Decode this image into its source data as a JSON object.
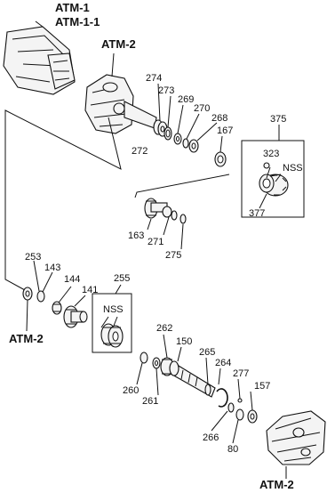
{
  "assembly_labels": {
    "atm1": "ATM-1",
    "atm11": "ATM-1-1",
    "atm2_top": "ATM-2",
    "atm2_left": "ATM-2",
    "atm2_bottom": "ATM-2"
  },
  "part_numbers": {
    "p274": "274",
    "p273": "273",
    "p269": "269",
    "p270": "270",
    "p268": "268",
    "p167": "167",
    "p375": "375",
    "p323": "323",
    "nss_top": "NSS",
    "p377": "377",
    "p272": "272",
    "p163": "163",
    "p271": "271",
    "p275": "275",
    "p253": "253",
    "p143": "143",
    "p144": "144",
    "p141": "141",
    "p255": "255",
    "nss_mid": "NSS",
    "p262": "262",
    "p150": "150",
    "p265": "265",
    "p264": "264",
    "p277": "277",
    "p157": "157",
    "p260": "260",
    "p261": "261",
    "p266": "266",
    "p80": "80"
  }
}
